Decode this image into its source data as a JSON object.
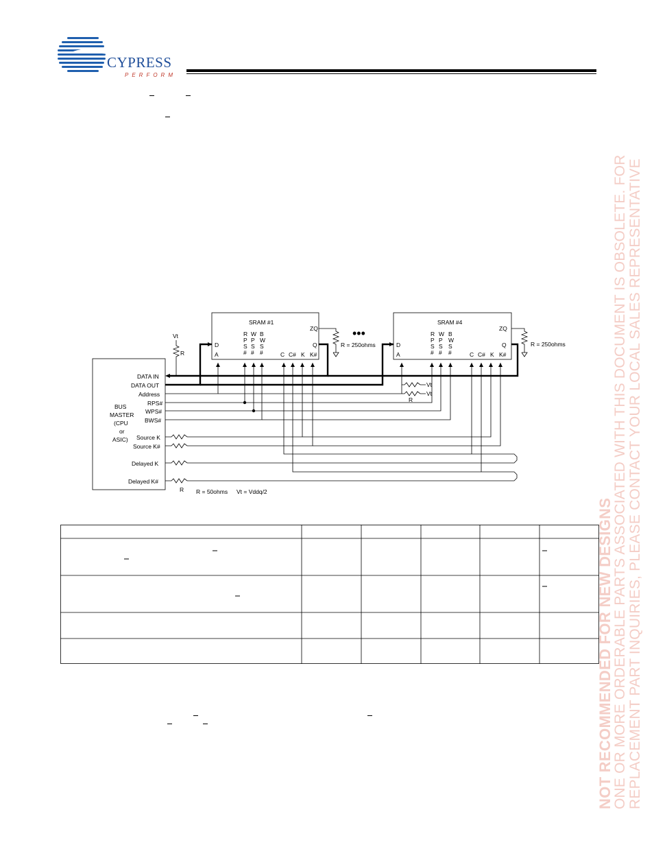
{
  "logo": {
    "wordmark": "CYPRESS",
    "tagline": "PERFORM"
  },
  "diagram": {
    "sram1_label": "SRAM #1",
    "sram4_label": "SRAM #4",
    "zq": "ZQ",
    "pin_d": "D",
    "pin_a": "A",
    "pin_q": "Q",
    "pin_c": "C",
    "pin_cn": "C#",
    "pin_k": "K",
    "pin_kn": "K#",
    "rps_letters": [
      "R",
      "P",
      "S",
      "#"
    ],
    "wps_letters": [
      "W",
      "P",
      "S",
      "#"
    ],
    "bws_letters": [
      "B",
      "W",
      "S",
      "#"
    ],
    "zq_resistor": "R = 250ohms",
    "vt": "Vt",
    "r": "R",
    "ellipsis": "•••",
    "bus_master": [
      "BUS",
      "MASTER",
      "(CPU",
      "or",
      "ASIC)"
    ],
    "signals": [
      "DATA IN",
      "DATA OUT",
      "Address",
      "RPS#",
      "WPS#",
      "BWS#",
      "Source K",
      "Source K#",
      "Delayed K",
      "Delayed K#"
    ],
    "term_vt1": "Vt",
    "term_vt2": "Vt",
    "footer_r": "R = 50ohms",
    "footer_vt": "Vt = Vddq/2"
  },
  "watermark": {
    "line1": "NOT RECOMMENDED FOR NEW DESIGNS",
    "line2": "ONE OR MORE ORDERABLE PARTS ASSOCIATED WITH THIS DOCUMENT IS OBSOLETE. FOR",
    "line3": "REPLACEMENT PART INQUIRIES, PLEASE CONTACT YOUR LOCAL SALES REPRESENTATIVE"
  }
}
